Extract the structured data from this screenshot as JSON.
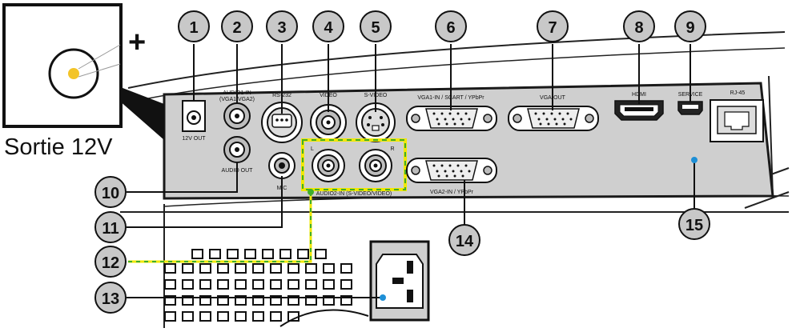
{
  "inset": {
    "plus_sign": "+",
    "caption": "Sortie 12V"
  },
  "ports": {
    "p12v": "12V OUT",
    "audio1_in": "AUDIO1-IN",
    "audio1_in_sub": "(VGA1/VGA2)",
    "rs232": "RS-232",
    "video": "VIDEO",
    "svideo": "S-VIDEO",
    "vga1_in": "VGA1-IN / SCART / YPbPr",
    "vga_out": "VGA-OUT",
    "hdmi": "HDMI",
    "service": "SERVICE",
    "rj45": "RJ-45",
    "audio_out": "AUDIO OUT",
    "mic": "MIC",
    "audio2_l": "L",
    "audio2_r": "R",
    "audio2_in": "AUDIO2-IN (S-VIDEO/VIDEO)",
    "vga2_in": "VGA2-IN / YPbPr"
  },
  "callouts": [
    "1",
    "2",
    "3",
    "4",
    "5",
    "6",
    "7",
    "8",
    "9",
    "10",
    "11",
    "12",
    "13",
    "14",
    "15"
  ],
  "colors": {
    "panel": "#cfcfcf",
    "panel_edge": "#1a1a1a",
    "callout_fill": "#c8c8c8",
    "highlight": "#f2e800",
    "highlight_dash": "#3fae2a"
  }
}
